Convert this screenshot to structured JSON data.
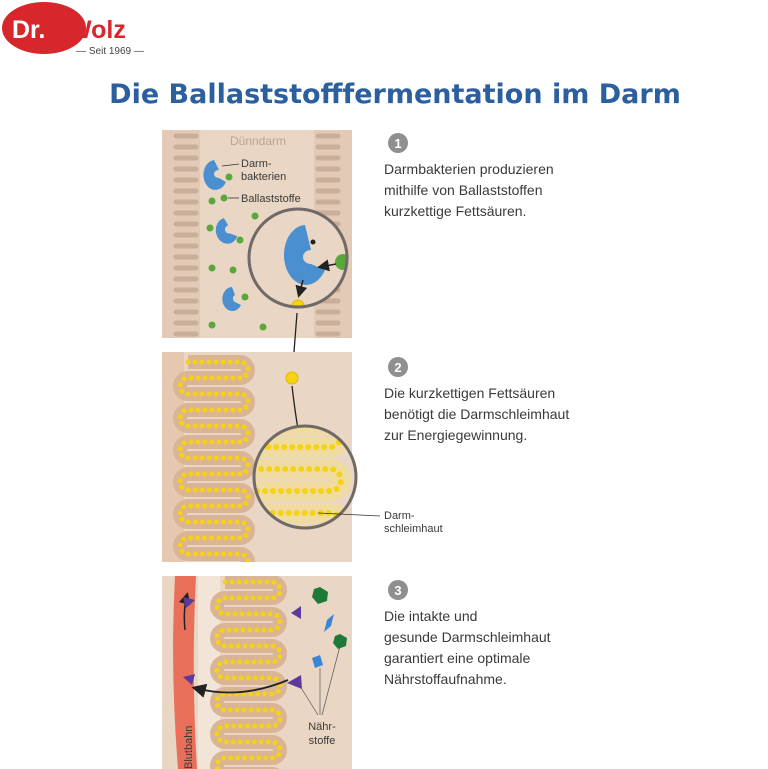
{
  "logo": {
    "brand": "Dr. Wolz",
    "tagline": "Seit 1969",
    "brand_color": "#d7262c"
  },
  "title": "Die Ballaststofffermentation im Darm",
  "panel1": {
    "region_label": "Dünndarm",
    "label_bacteria_1": "Darm-",
    "label_bacteria_2": "bakterien",
    "label_fiber": "Ballaststoffe"
  },
  "panel2": {
    "label_mucosa_1": "Darm-",
    "label_mucosa_2": "schleimhaut"
  },
  "panel3": {
    "label_nutrients_1": "Nähr-",
    "label_nutrients_2": "stoffe",
    "label_blood": "Blutbahn"
  },
  "steps": [
    {
      "number": "1",
      "lines": [
        "Darmbakterien produzieren",
        "mithilfe von Ballaststoffen",
        "kurzkettige Fettsäuren."
      ]
    },
    {
      "number": "2",
      "lines": [
        "Die kurzkettigen Fettsäuren",
        "benötigt die Darmschleimhaut",
        "zur Energiegewinnung."
      ]
    },
    {
      "number": "3",
      "lines": [
        "Die intakte und",
        "gesunde Darmschleimhaut",
        "garantiert eine optimale",
        "Nährstoffaufnahme."
      ]
    }
  ],
  "colors": {
    "title": "#2b5f9e",
    "bacteria": "#4a8fd0",
    "fiber": "#5aa83c",
    "fatty_acid": "#f5d214",
    "tissue": "#ead6c4",
    "blood": "#e8705a"
  }
}
